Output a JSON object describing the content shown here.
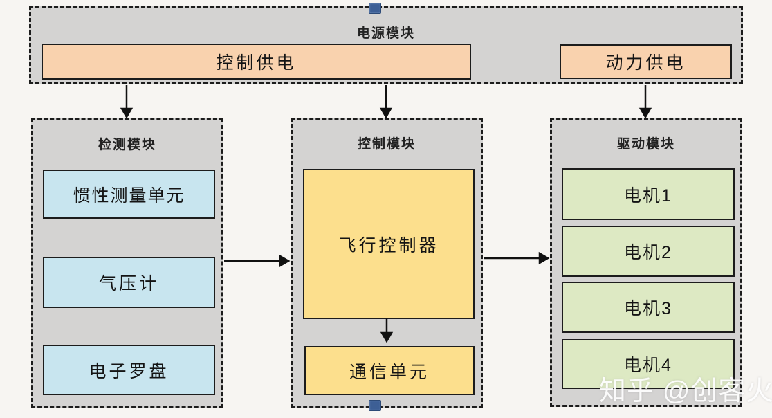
{
  "watermark": "知乎 @创客火",
  "colors": {
    "power_supply_box": "#f9d2ae",
    "sensor_box": "#c8e5ef",
    "control_box": "#fcdf8d",
    "motor_box": "#dde9c3",
    "module_background": "#d4d3d2",
    "border": "#1c1c1c",
    "selection_handle": "#3d5f95"
  },
  "modules": {
    "power": {
      "label": "电源模块",
      "boxes": {
        "control_supply": "控制供电",
        "motor_supply": "动力供电"
      }
    },
    "detection": {
      "label": "检测模块",
      "boxes": {
        "imu": "惯性测量单元",
        "barometer": "气压计",
        "compass": "电子罗盘"
      }
    },
    "control": {
      "label": "控制模块",
      "boxes": {
        "flight_controller": "飞行控制器",
        "comm_unit": "通信单元"
      }
    },
    "drive": {
      "label": "驱动模块",
      "boxes": {
        "motor1": "电机1",
        "motor2": "电机2",
        "motor3": "电机3",
        "motor4": "电机4"
      }
    }
  }
}
